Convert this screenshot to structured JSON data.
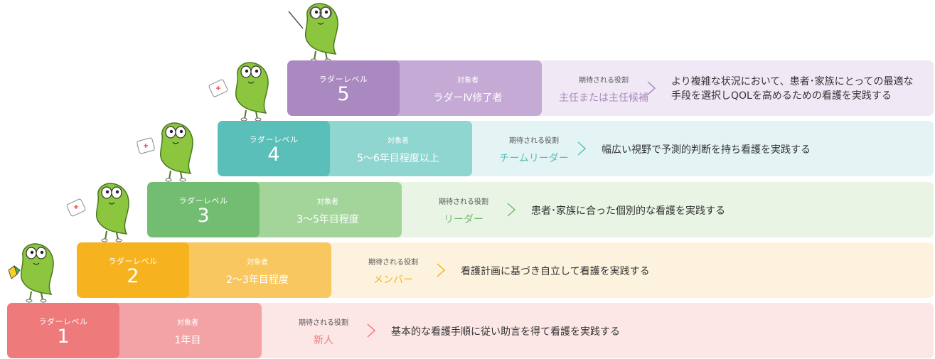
{
  "levels": [
    {
      "label": "ラダーレベル",
      "number": "5",
      "target_label": "対象者",
      "target": "ラダーⅣ修了者",
      "role_label": "期待される役割",
      "role": "主任または主任候補",
      "description_line1": "より複雑な状況において、患者･家族にとっての最適な",
      "description_line2": "手段を選択しQOLを高めるための看護を実践する",
      "colors": {
        "level": "#a989bf",
        "target": "#c4aad4",
        "band": "#f0e9f5",
        "role": "#a989bf"
      }
    },
    {
      "label": "ラダーレベル",
      "number": "4",
      "target_label": "対象者",
      "target": "5〜6年目程度以上",
      "role_label": "期待される役割",
      "role": "チームリーダー",
      "description": "幅広い視野で予測的判断を持ち看護を実践する",
      "colors": {
        "level": "#5abfb8",
        "target": "#8fd5d0",
        "band": "#e4f4f4",
        "role": "#5abfb8"
      }
    },
    {
      "label": "ラダーレベル",
      "number": "3",
      "target_label": "対象者",
      "target": "3〜5年目程度",
      "role_label": "期待される役割",
      "role": "リーダー",
      "description": "患者･家族に合った個別的な看護を実践する",
      "colors": {
        "level": "#72bd72",
        "target": "#a3d59b",
        "band": "#e9f4e4",
        "role": "#72bd72"
      }
    },
    {
      "label": "ラダーレベル",
      "number": "2",
      "target_label": "対象者",
      "target": "2〜3年目程度",
      "role_label": "期待される役割",
      "role": "メンバー",
      "description": "看護計画に基づき自立して看護を実践する",
      "colors": {
        "level": "#f6b21f",
        "target": "#f8c760",
        "band": "#fdf2dd",
        "role": "#f6b21f"
      }
    },
    {
      "label": "ラダーレベル",
      "number": "1",
      "target_label": "対象者",
      "target": "1年目",
      "role_label": "期待される役割",
      "role": "新人",
      "description": "基本的な看護手順に従い助言を得て看護を実践する",
      "colors": {
        "level": "#ee7a7c",
        "target": "#f3a3a5",
        "band": "#fce6e6",
        "role": "#ee7a7c"
      }
    }
  ],
  "mascot_colors": {
    "body": "#8cc63f",
    "outline": "#4a7a1e"
  }
}
